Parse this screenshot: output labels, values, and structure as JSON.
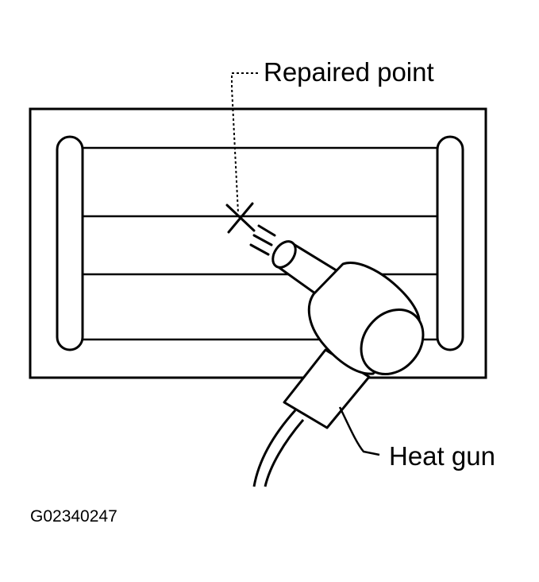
{
  "diagram": {
    "labels": {
      "repaired_point": "Repaired point",
      "heat_gun": "Heat gun"
    },
    "figure_code": "G02340247",
    "colors": {
      "ink": "#000000",
      "paper": "#ffffff"
    }
  }
}
